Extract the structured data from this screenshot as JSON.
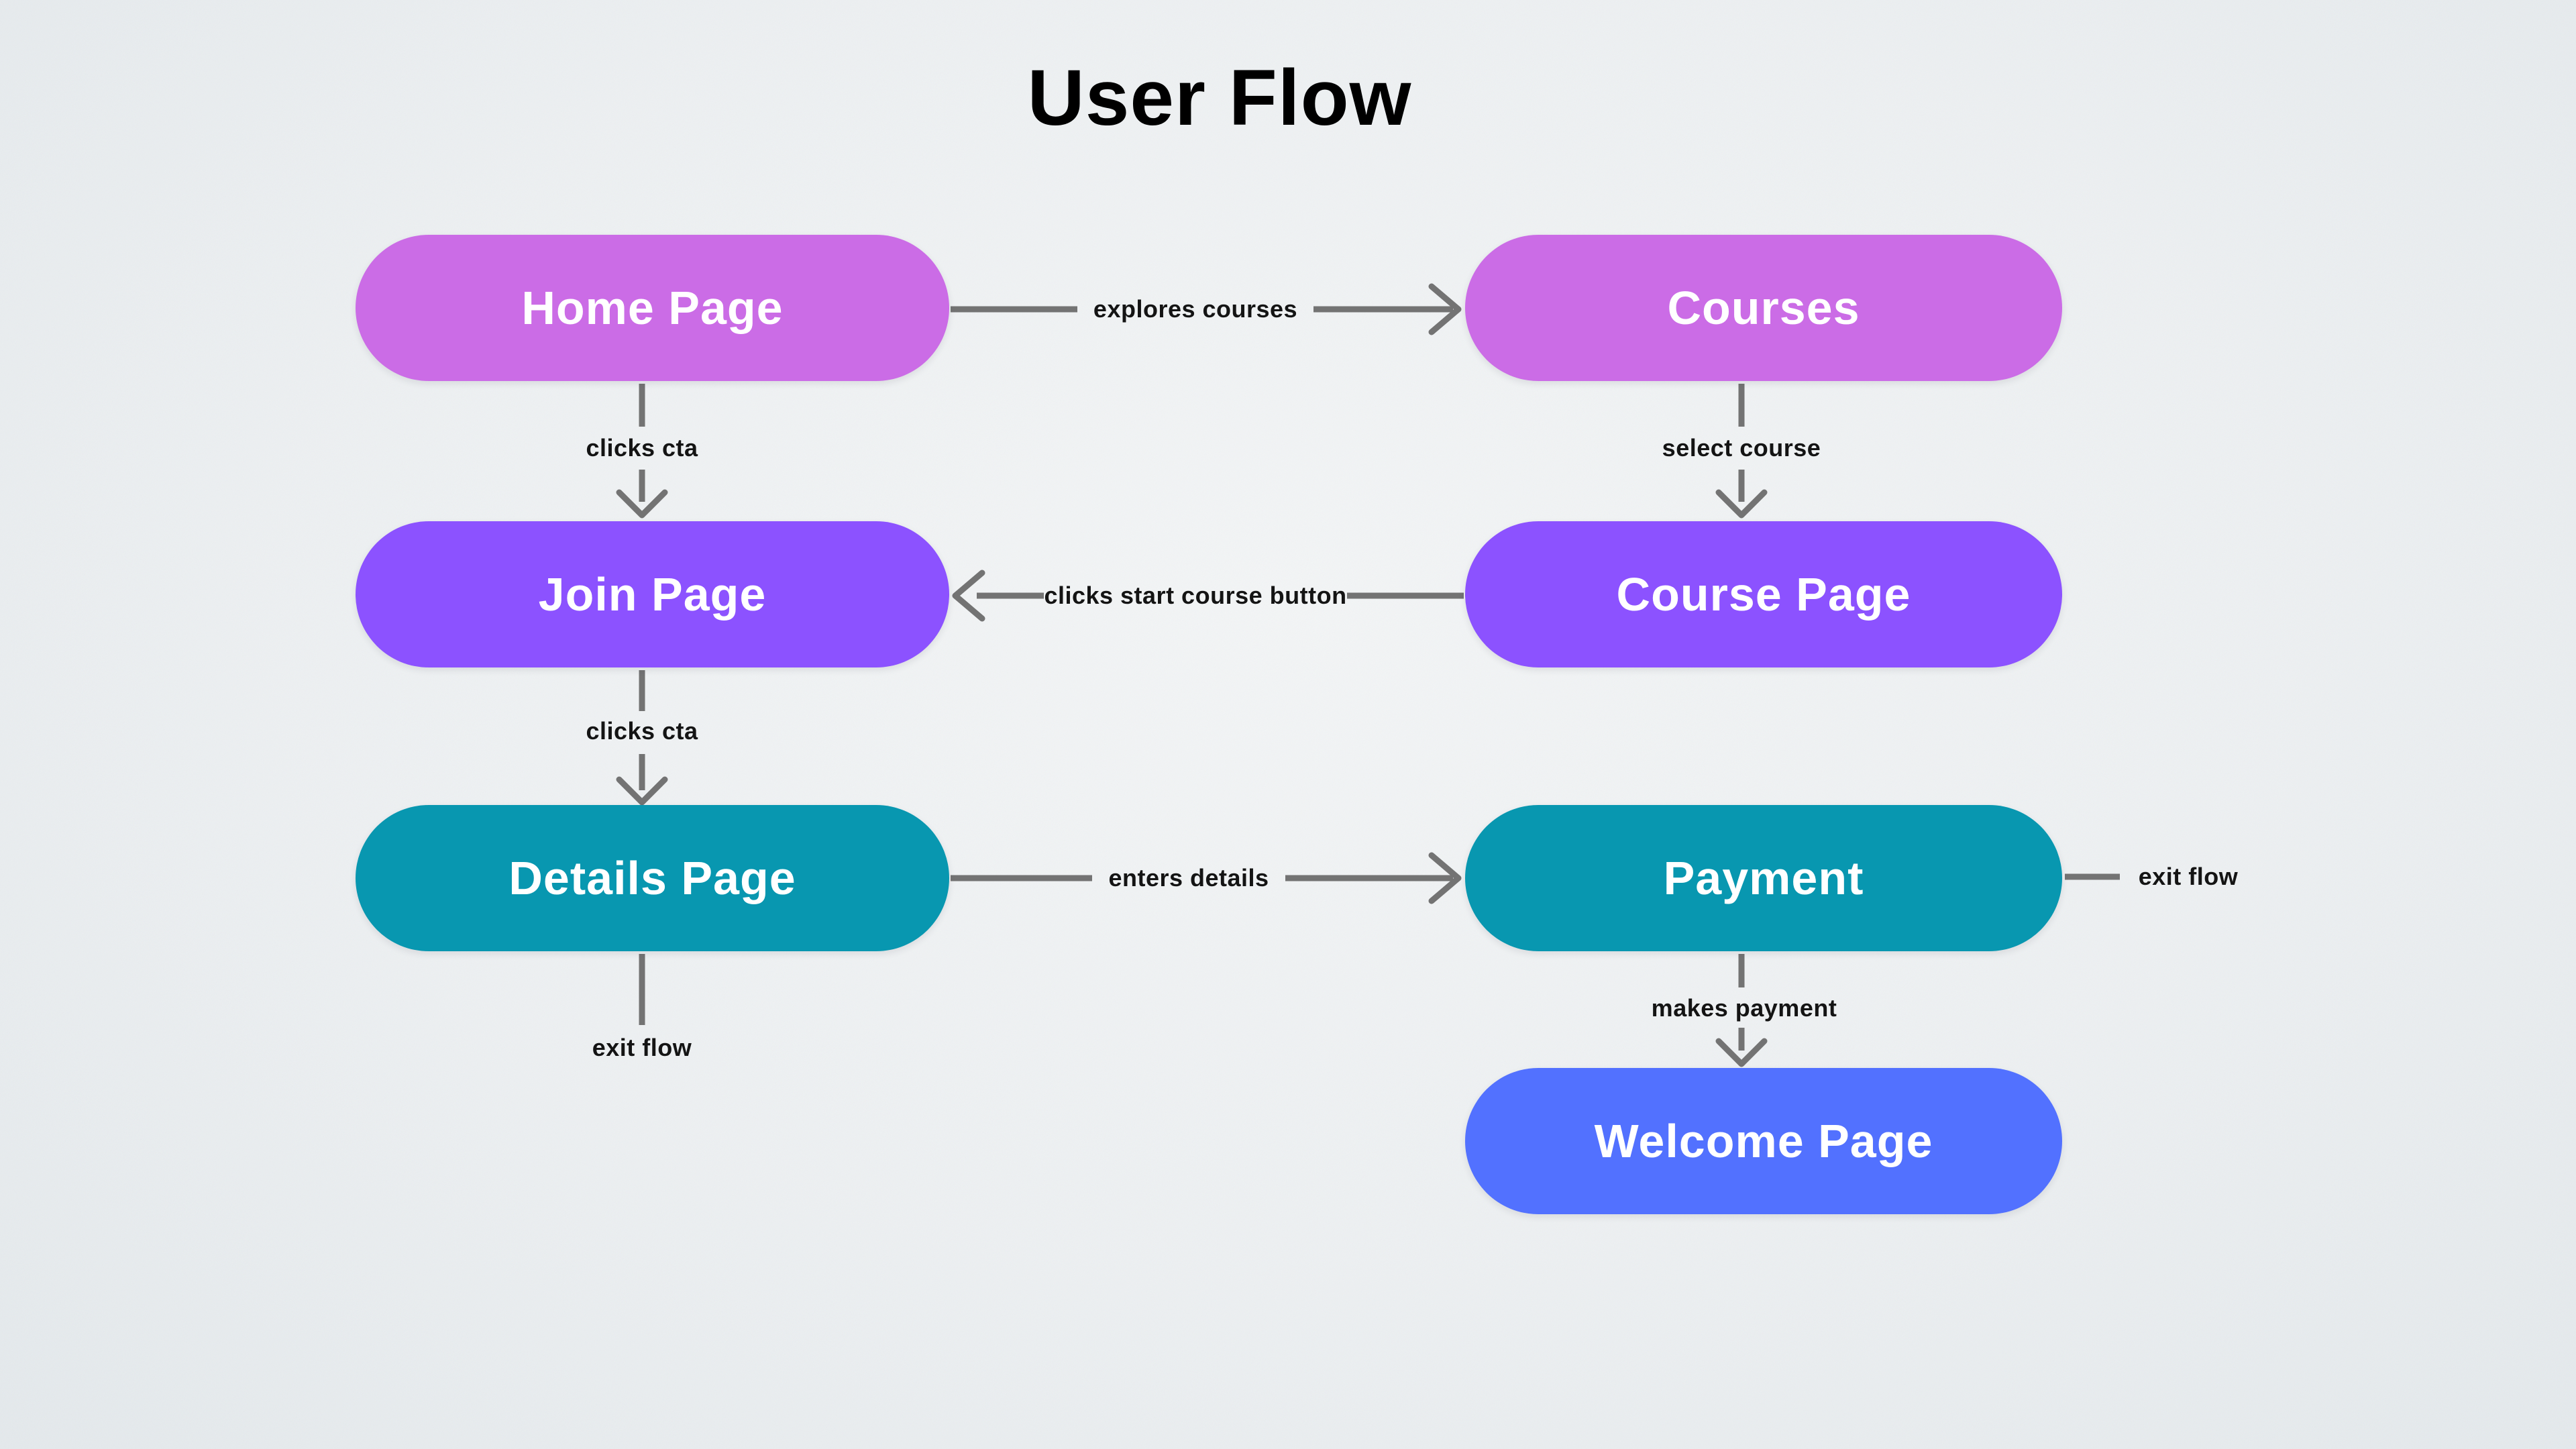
{
  "title": "User Flow",
  "palette": {
    "orchid": "#CB6CE6",
    "purple": "#8C52FF",
    "teal": "#0897B0",
    "blue": "#5271FF",
    "connector_gray": "#737373",
    "edge_label_text": "#141414",
    "node_text": "#FFFFFF",
    "background": "#EDF0F2"
  },
  "nodes": [
    {
      "id": "home",
      "label": "Home Page",
      "color": "#CB6CE6"
    },
    {
      "id": "courses",
      "label": "Courses",
      "color": "#CB6CE6"
    },
    {
      "id": "join",
      "label": "Join Page",
      "color": "#8C52FF"
    },
    {
      "id": "course",
      "label": "Course Page",
      "color": "#8C52FF"
    },
    {
      "id": "details",
      "label": "Details Page",
      "color": "#0897B0"
    },
    {
      "id": "payment",
      "label": "Payment",
      "color": "#0897B0"
    },
    {
      "id": "welcome",
      "label": "Welcome Page",
      "color": "#5271FF"
    }
  ],
  "edges": [
    {
      "from": "Home Page",
      "to": "Courses",
      "label": "explores courses",
      "arrowhead": true
    },
    {
      "from": "Home Page",
      "to": "Join Page",
      "label": "clicks cta",
      "arrowhead": true
    },
    {
      "from": "Courses",
      "to": "Course Page",
      "label": "select course",
      "arrowhead": true
    },
    {
      "from": "Course Page",
      "to": "Join Page",
      "label": "clicks start course button",
      "arrowhead": true
    },
    {
      "from": "Join Page",
      "to": "Details Page",
      "label": "clicks cta",
      "arrowhead": true
    },
    {
      "from": "Details Page",
      "to": "Payment",
      "label": "enters details",
      "arrowhead": true
    },
    {
      "from": "Payment",
      "to": "",
      "label": "exit flow",
      "arrowhead": false
    },
    {
      "from": "Payment",
      "to": "Welcome Page",
      "label": "makes payment",
      "arrowhead": true
    },
    {
      "from": "Details Page",
      "to": "",
      "label": "exit flow",
      "arrowhead": false
    }
  ]
}
